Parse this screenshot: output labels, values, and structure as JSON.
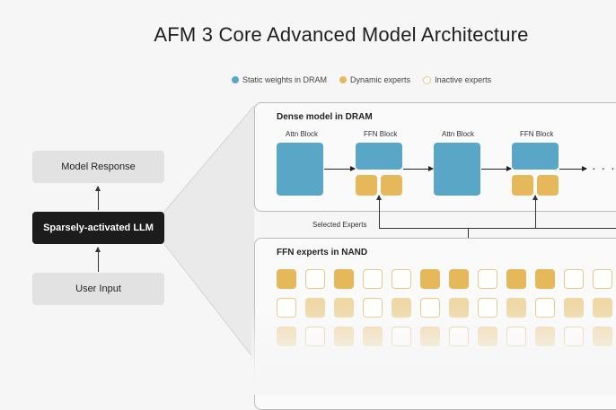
{
  "title": "AFM 3 Core Advanced Model Architecture",
  "legend": {
    "static": "Static weights in DRAM",
    "dynamic": "Dynamic experts",
    "inactive": "Inactive experts"
  },
  "left": {
    "response": "Model Response",
    "llm": "Sparsely-activated LLM",
    "input": "User Input"
  },
  "dense": {
    "title": "Dense model in DRAM",
    "blocks": [
      "Attn Block",
      "FFN Block",
      "Attn Block",
      "FFN Block"
    ],
    "ellipsis": "· · ·"
  },
  "selected_experts": "Selected Experts",
  "nand": {
    "title": "FFN experts in NAND"
  },
  "colors": {
    "static": "#5aa6c7",
    "dynamic": "#e6b85c",
    "inactive_border": "#e7c987",
    "dark": "#1c1c1c"
  }
}
